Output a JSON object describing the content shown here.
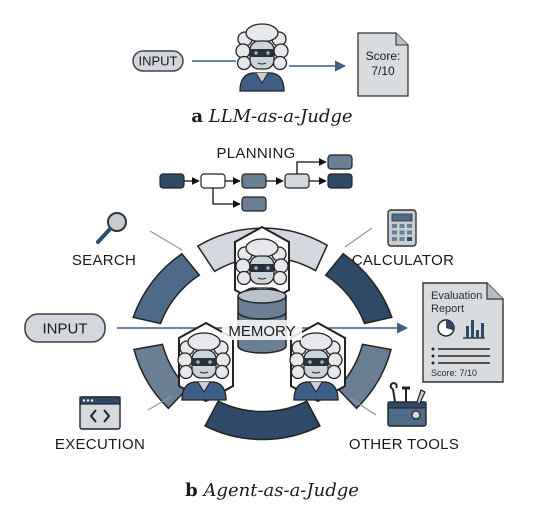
{
  "panel_a": {
    "input_label": "INPUT",
    "score_line1": "Score:",
    "score_line2": "7/10",
    "caption_letter": "a",
    "caption_text": "LLM-as-a-Judge"
  },
  "panel_b": {
    "planning_label": "PLANNING",
    "search_label": "SEARCH",
    "calculator_label": "CALCULATOR",
    "input_label": "INPUT",
    "memory_label": "MEMORY",
    "execution_label": "EXECUTION",
    "other_tools_label": "OTHER TOOLS",
    "report_title_line1": "Evaluation",
    "report_title_line2": "Report",
    "report_score": "Score: 7/10",
    "caption_letter": "b",
    "caption_text": "Agent-as-a-Judge"
  },
  "colors": {
    "navy": "#2f4a68",
    "steel": "#4e6b8c",
    "grey_blue": "#6b7f94",
    "light_grey": "#d3d8de",
    "paper": "#d9dcdf"
  }
}
